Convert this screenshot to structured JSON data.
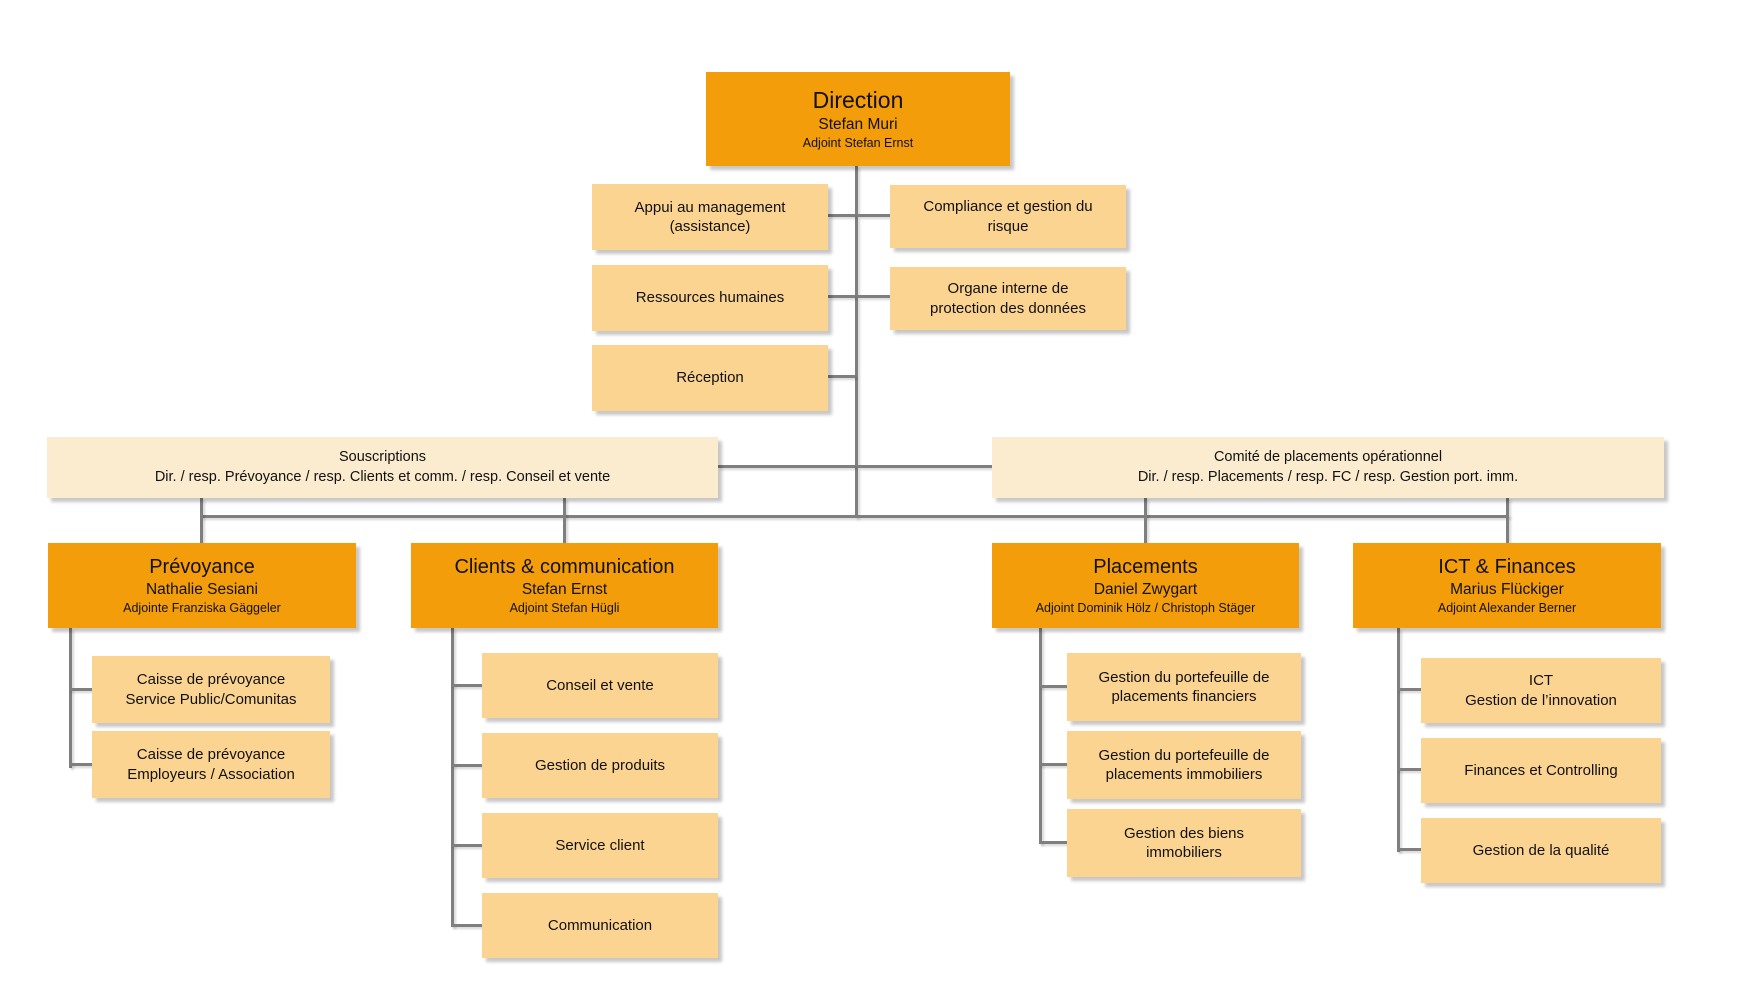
{
  "colors": {
    "orange": "#F49D0A",
    "light": "#FBD492",
    "cream": "#FCECCF",
    "line": "#7F7F7F",
    "text": "#111111",
    "background": "#FFFFFF"
  },
  "direction": {
    "title": "Direction",
    "head": "Stefan Muri",
    "deputy": "Adjoint Stefan Ernst"
  },
  "staff": {
    "appui": {
      "lines": [
        "Appui au management",
        "(assistance)"
      ]
    },
    "compliance": {
      "lines": [
        "Compliance et gestion du",
        "risque"
      ]
    },
    "ressources_humaines": {
      "lines": [
        "Ressources humaines"
      ]
    },
    "organe_protection_donnees": {
      "lines": [
        "Organe interne de",
        "protection des données"
      ]
    },
    "reception": {
      "lines": [
        "Réception"
      ]
    }
  },
  "committees": {
    "souscriptions": {
      "lines": [
        "Souscriptions",
        "Dir. / resp. Prévoyance / resp. Clients et comm. / resp. Conseil et vente"
      ]
    },
    "comite_placements": {
      "lines": [
        "Comité de placements opérationnel",
        "Dir. / resp. Placements / resp. FC / resp. Gestion port. imm."
      ]
    }
  },
  "departments": {
    "prevoyance": {
      "title": "Prévoyance",
      "head": "Nathalie Sesiani",
      "deputy": "Adjointe Franziska Gäggeler",
      "children": [
        {
          "lines": [
            "Caisse de prévoyance",
            "Service Public/Comunitas"
          ]
        },
        {
          "lines": [
            "Caisse de prévoyance",
            "Employeurs / Association"
          ]
        }
      ]
    },
    "clients_communication": {
      "title": "Clients & communication",
      "head": "Stefan Ernst",
      "deputy": "Adjoint Stefan Hügli",
      "children": [
        {
          "lines": [
            "Conseil et vente"
          ]
        },
        {
          "lines": [
            "Gestion de produits"
          ]
        },
        {
          "lines": [
            "Service client"
          ]
        },
        {
          "lines": [
            "Communication"
          ]
        }
      ]
    },
    "placements": {
      "title": "Placements",
      "head": "Daniel Zwygart",
      "deputy": "Adjoint Dominik Hölz / Christoph Stäger",
      "children": [
        {
          "lines": [
            "Gestion du portefeuille de",
            "placements financiers"
          ]
        },
        {
          "lines": [
            "Gestion du portefeuille de",
            "placements immobiliers"
          ]
        },
        {
          "lines": [
            "Gestion des biens",
            "immobiliers"
          ]
        }
      ]
    },
    "ict_finances": {
      "title": "ICT & Finances",
      "head": "Marius Flückiger",
      "deputy": "Adjoint Alexander Berner",
      "children": [
        {
          "lines": [
            "ICT",
            "Gestion de l’innovation"
          ]
        },
        {
          "lines": [
            "Finances et Controlling"
          ]
        },
        {
          "lines": [
            "Gestion de la qualité"
          ]
        }
      ]
    }
  }
}
